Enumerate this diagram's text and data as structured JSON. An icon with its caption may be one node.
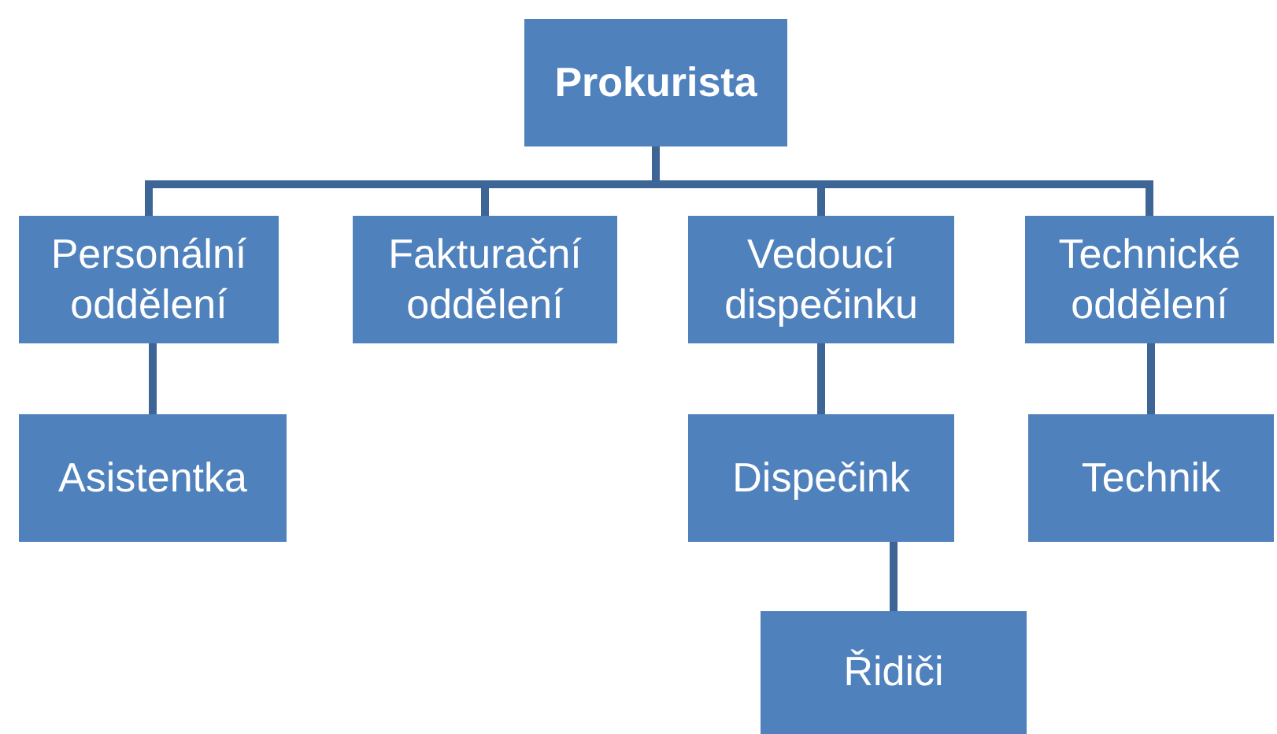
{
  "diagram": {
    "nodes": [
      {
        "text": [
          "Prokurista"
        ]
      },
      {
        "text": [
          "Personální oddělení"
        ]
      },
      {
        "text": [
          "Fakturační oddělení"
        ]
      },
      {
        "text": [
          "Vedoucí dispečinku"
        ]
      },
      {
        "text": [
          "Technické oddělení"
        ]
      },
      {
        "text": [
          "Asistentka"
        ]
      },
      {
        "text": [
          "Dispečink"
        ]
      },
      {
        "text": [
          "Technik"
        ]
      },
      {
        "text": [
          "Řidiči"
        ]
      }
    ],
    "edges": [
      {
        "from": 0,
        "to": 1,
        "arrow": "none"
      },
      {
        "from": 0,
        "to": 2,
        "arrow": "none"
      },
      {
        "from": 0,
        "to": 3,
        "arrow": "none"
      },
      {
        "from": 0,
        "to": 4,
        "arrow": "none"
      },
      {
        "from": 1,
        "to": 5,
        "arrow": "none"
      },
      {
        "from": 3,
        "to": 6,
        "arrow": "none"
      },
      {
        "from": 4,
        "to": 7,
        "arrow": "none"
      },
      {
        "from": 6,
        "to": 8,
        "arrow": "none"
      }
    ]
  }
}
